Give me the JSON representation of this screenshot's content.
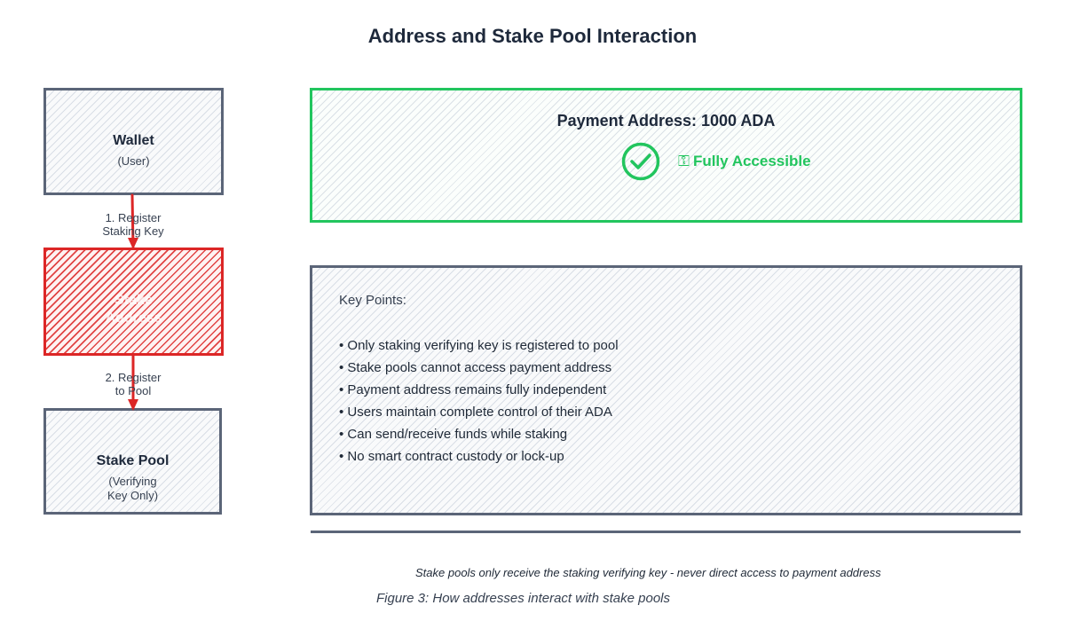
{
  "title": "Address and Stake Pool Interaction",
  "nodes": {
    "wallet": {
      "title": "Wallet",
      "subtitle": "(User)"
    },
    "stake_address": {
      "title": "Stake",
      "title_line2": "Address"
    },
    "stake_pool": {
      "title": "Stake Pool",
      "subtitle_line1": "(Verifying",
      "subtitle_line2": "Key Only)"
    }
  },
  "edges": {
    "register_key": {
      "line1": "1. Register",
      "line2": "Staking Key"
    },
    "register_pool": {
      "line1": "2. Register",
      "line2": "to Pool"
    }
  },
  "payment": {
    "title": "Payment Address: 1000 ADA",
    "status": "Fully Accessible",
    "status_glyph": "⚿"
  },
  "key_points": {
    "heading": "Key Points:",
    "items": [
      "Only staking verifying key is registered to pool",
      "Stake pools cannot access payment address",
      "Payment address remains fully independent",
      "Users maintain complete control of their ADA",
      "Can send/receive funds while staking",
      "No smart contract custody or lock-up"
    ]
  },
  "footnote": "Stake pools only receive the staking verifying key - never direct access to payment address",
  "caption": "Figure 3: How addresses interact with stake pools",
  "colors": {
    "slate": "#5b6578",
    "green": "#22c55e",
    "red": "#dc2626"
  },
  "icons": {
    "check": "check-circle-icon"
  }
}
